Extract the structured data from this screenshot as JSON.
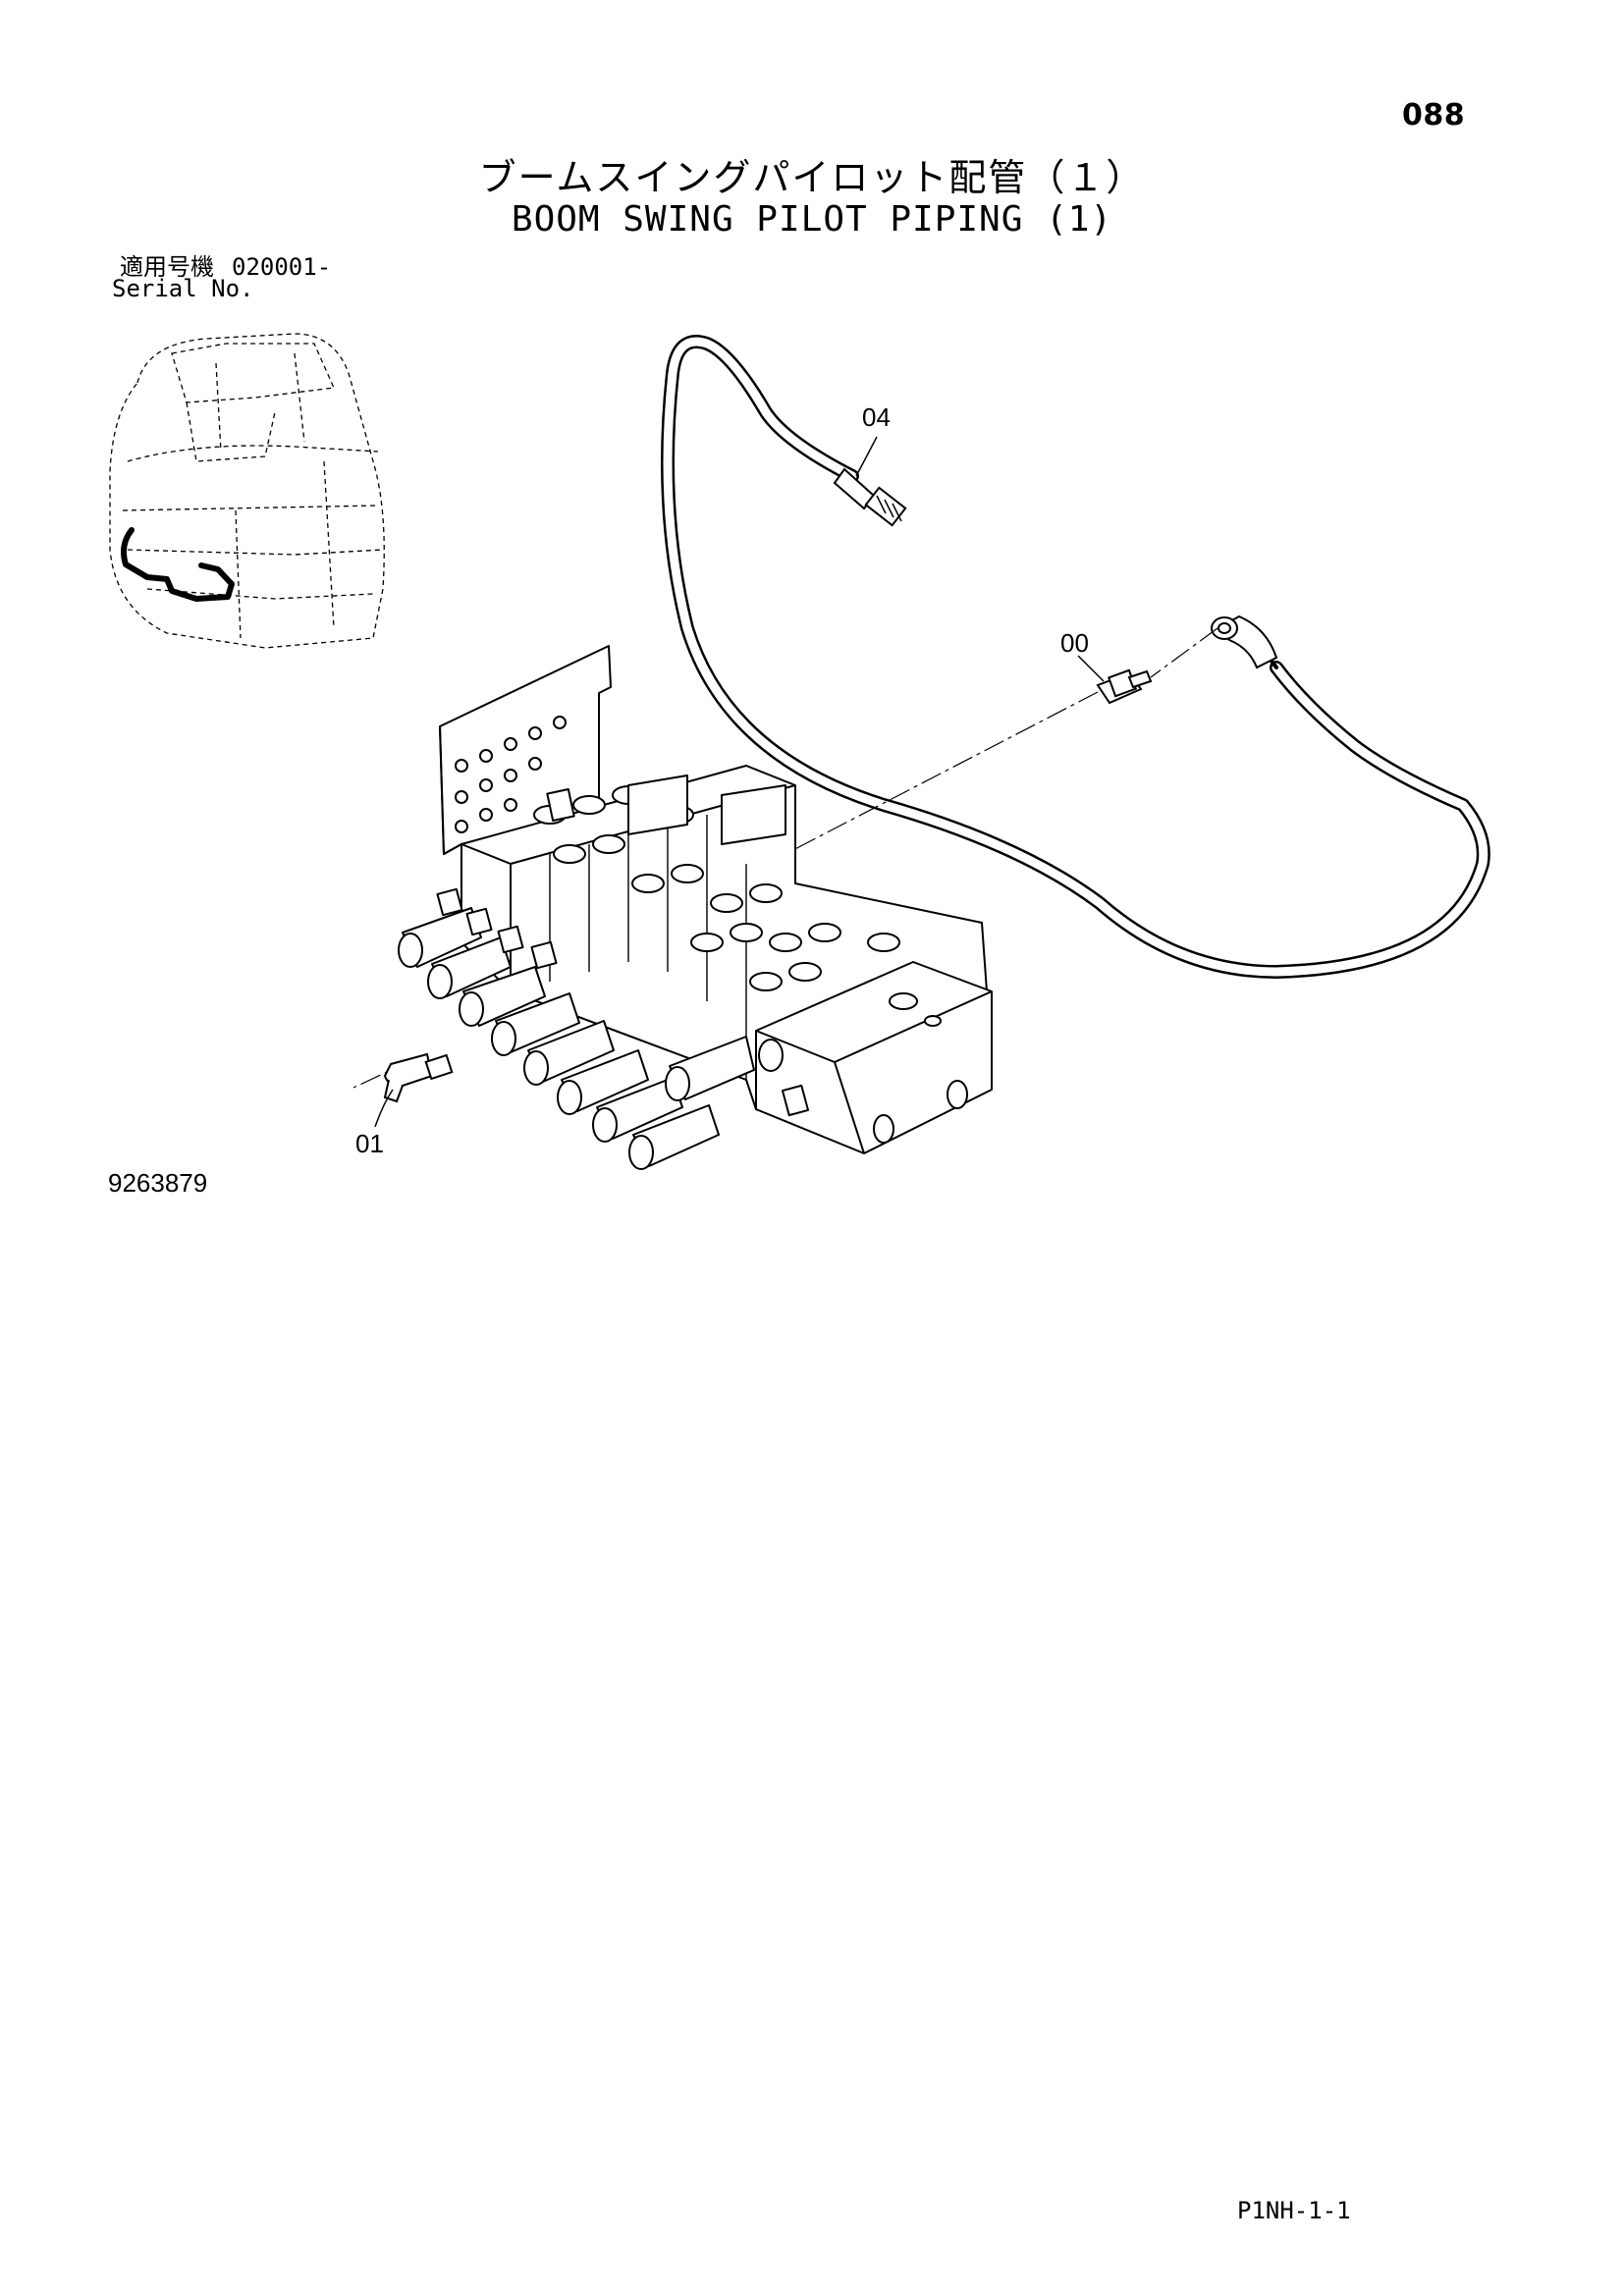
{
  "header": {
    "page_number": "088",
    "title_jp": "ブームスイングパイロット配管（１）",
    "title_en": "BOOM SWING PILOT PIPING (1)"
  },
  "serial": {
    "label_jp": "適用号機",
    "range": "020001-",
    "label_en": "Serial No."
  },
  "callouts": {
    "part_04": "04",
    "part_00": "00",
    "part_01": "01"
  },
  "footer": {
    "drawing_number": "9263879",
    "page_code": "P1NH-1-1"
  }
}
